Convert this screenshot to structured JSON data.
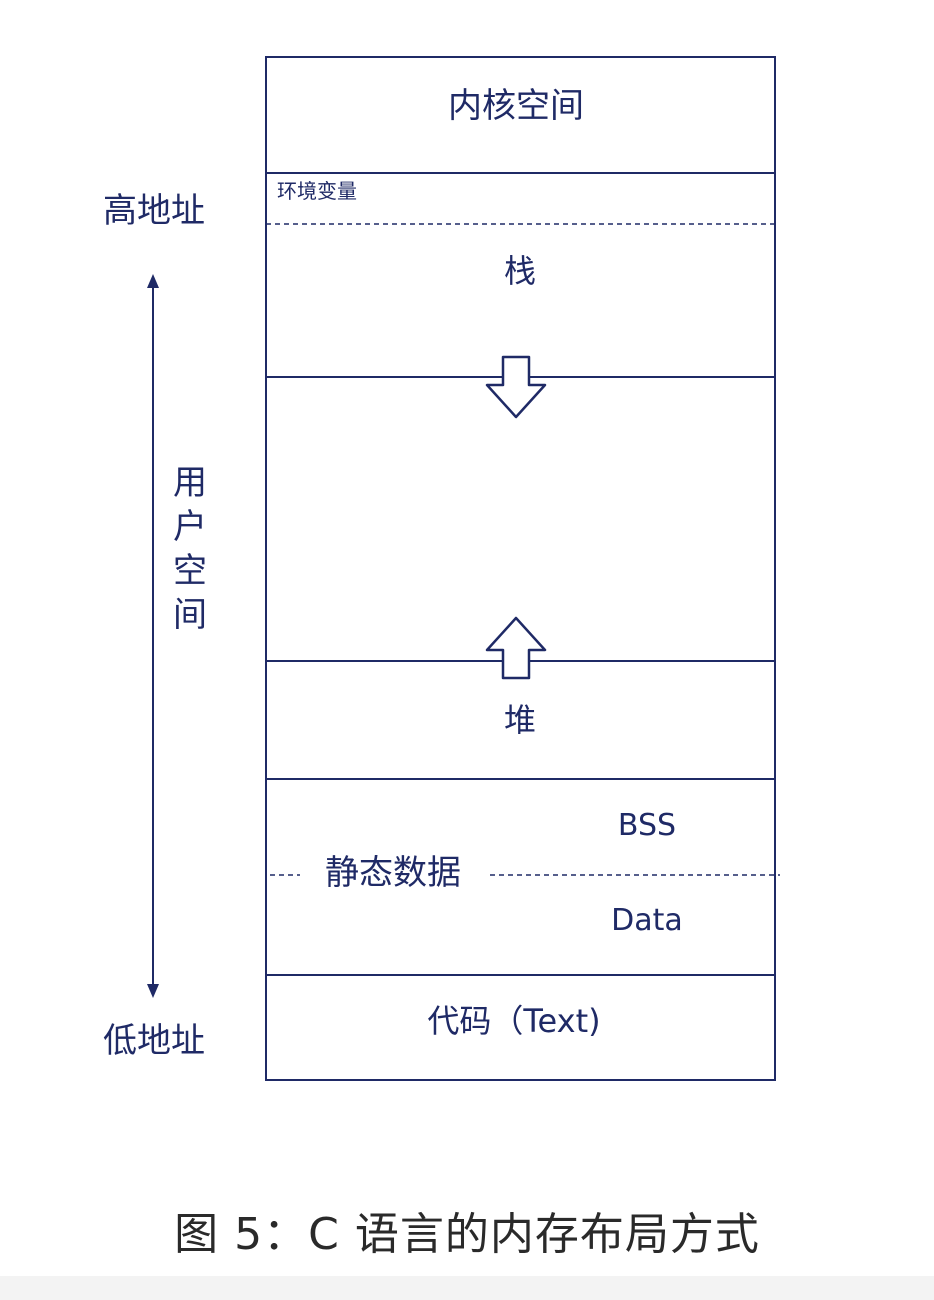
{
  "diagram": {
    "labels": {
      "kernel": "内核空间",
      "env": "环境变量",
      "stack": "栈",
      "heap": "堆",
      "static": "静态数据",
      "bss": "BSS",
      "data": "Data",
      "code": "代码（Text)",
      "high_addr": "高地址",
      "low_addr": "低地址",
      "user_space": "用户空间"
    },
    "colors": {
      "line": "#1f2a66",
      "text": "#1f2a66"
    }
  },
  "caption": "图 5：C 语言的内存布局方式"
}
